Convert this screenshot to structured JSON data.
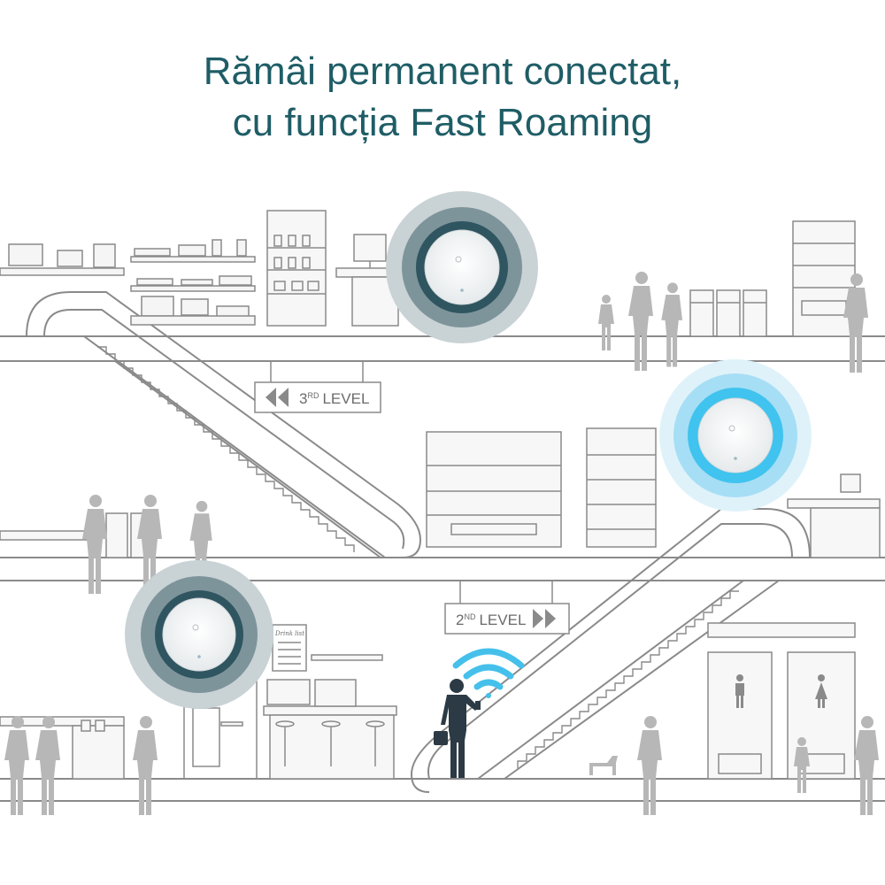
{
  "headline": {
    "line1": "Rămâi permanent conectat,",
    "line2": "cu funcția Fast Roaming"
  },
  "signs": {
    "level3": {
      "ordinal": "3",
      "suffix": "RD",
      "word": "LEVEL"
    },
    "level2": {
      "ordinal": "2",
      "suffix": "ND",
      "word": "LEVEL"
    }
  },
  "menu_board": {
    "title": "Drink list"
  },
  "colors": {
    "headline": "#1f5d66",
    "line_art": "#8a8a8a",
    "people": "#b7b7b7",
    "active_person": "#2b3a44",
    "signal_dark_outer": "#c9d2d5",
    "signal_dark_mid": "#7e949b",
    "signal_dark_inner": "#2f5560",
    "signal_active_outer": "#dff2fa",
    "signal_active_mid": "#a6def5",
    "signal_active_inner": "#40c3ee",
    "wifi": "#45c0ea"
  },
  "icons": [
    "access-point-icon",
    "wifi-icon",
    "toilet-man-icon",
    "toilet-woman-icon",
    "double-chevron-left-icon",
    "double-chevron-right-icon"
  ]
}
